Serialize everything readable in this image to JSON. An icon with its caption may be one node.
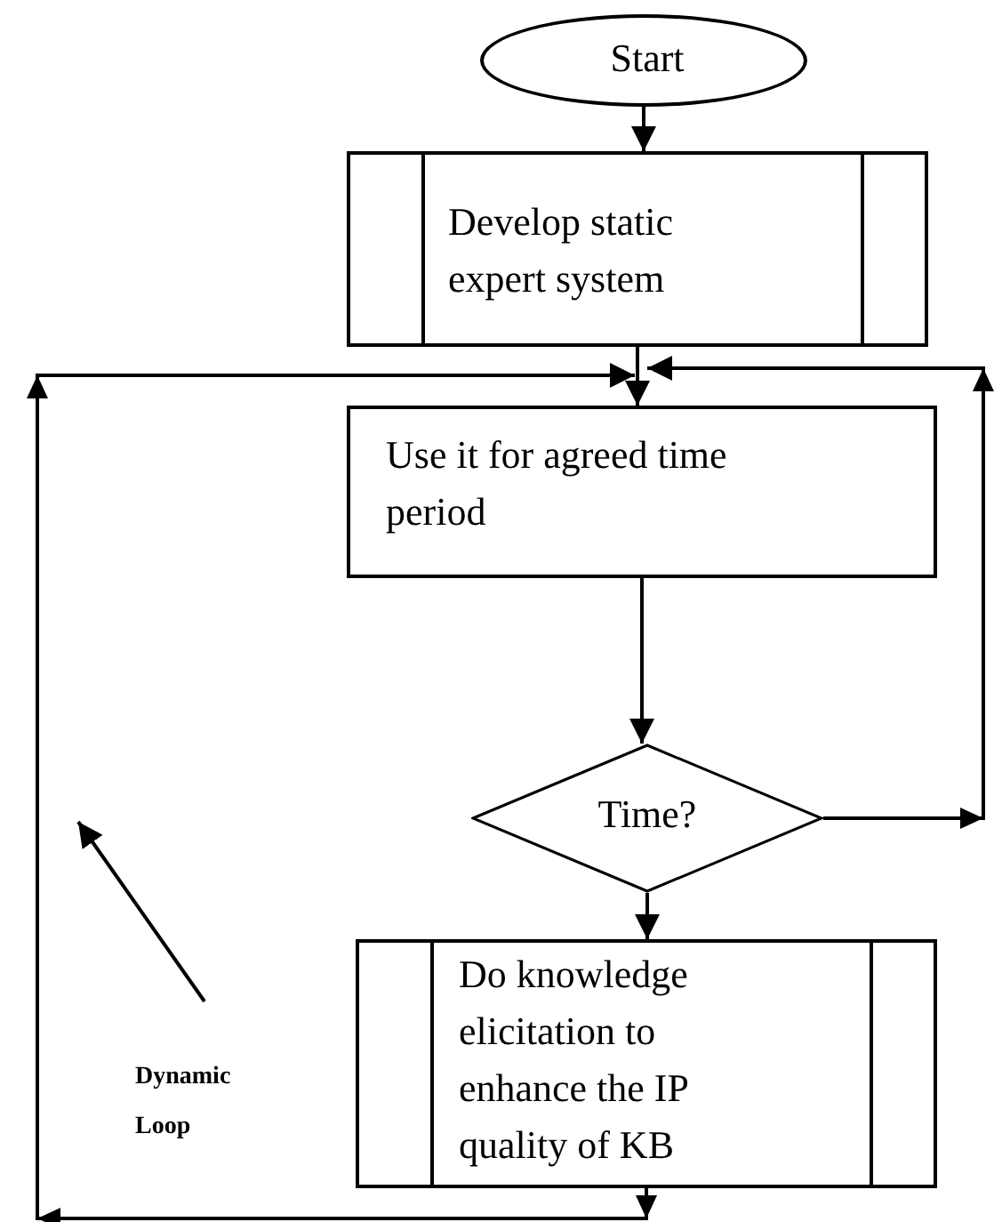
{
  "diagram": {
    "nodes": [
      {
        "text": [
          "Start"
        ]
      },
      {
        "text": [
          "Develop static expert system"
        ]
      },
      {
        "text": [
          "Use it for agreed time period"
        ]
      },
      {
        "text": [
          "Time?"
        ]
      },
      {
        "text": [
          "Do knowledge elicitation to enhance the IP quality of KB"
        ]
      }
    ],
    "edges": [
      {
        "from": 0,
        "to": 1,
        "arrow": "to"
      },
      {
        "from": 1,
        "to": 2,
        "arrow": "to"
      },
      {
        "from": 2,
        "to": 3,
        "arrow": "to"
      },
      {
        "from": 3,
        "to": 4,
        "arrow": "to"
      },
      {
        "from": 4,
        "to": 2,
        "arrow": "to"
      },
      {
        "from": 3,
        "to": 2,
        "arrow": "to"
      }
    ],
    "labels": [
      "Dynamic Loop"
    ]
  }
}
